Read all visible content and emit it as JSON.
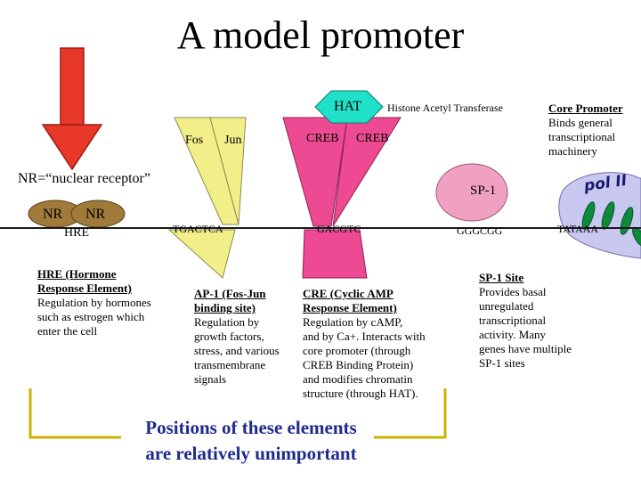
{
  "title": "A model promoter",
  "hat": {
    "label": "HAT",
    "expansion": "Histone Acetyl Transferase"
  },
  "fos": "Fos",
  "jun": "Jun",
  "creb_left": "CREB",
  "creb_right": "CREB",
  "nr_def": "NR=“nuclear receptor”",
  "nr_left": "NR",
  "nr_right": "NR",
  "hre": "HRE",
  "sp1": "SP-1",
  "pol": "pol II",
  "sequences": {
    "tgactca": "TGACTCA",
    "gacgtc": "GACGTC",
    "gggcgg": "GGGCGG",
    "tataaa": "TATAAA"
  },
  "core_promoter": {
    "heading": "Core Promoter",
    "line1": "Binds general",
    "line2": "transcriptional",
    "line3": "machinery"
  },
  "hre_desc": {
    "heading1": "HRE (Hormone",
    "heading2": "Response Element)",
    "line1": "Regulation by hormones",
    "line2": "such as estrogen which",
    "line3": "enter the cell"
  },
  "ap1_desc": {
    "heading1": "AP-1 (Fos-Jun",
    "heading2": "binding site)",
    "line1": "Regulation by",
    "line2": "growth factors,",
    "line3": "stress, and various",
    "line4": "transmembrane",
    "line5": "signals"
  },
  "cre_desc": {
    "heading1": "CRE (Cyclic AMP",
    "heading2": "Response Element)",
    "line1": "Regulation by cAMP,",
    "line2": "and by Ca+. Interacts with",
    "line3": "core promoter (through",
    "line4": "CREB Binding Protein)",
    "line5": "and modifies chromatin",
    "line6": "structure (through HAT)."
  },
  "sp1_desc": {
    "heading": "SP-1 Site",
    "line1": "Provides basal",
    "line2": "unregulated",
    "line3": "transcriptional",
    "line4": "activity.  Many",
    "line5": "genes have multiple",
    "line6": "SP-1 sites"
  },
  "bottom_note": {
    "line1": "Positions of these elements",
    "line2": "are relatively unimportant"
  },
  "colors": {
    "arrow": "#e8382a",
    "fos_jun": "#f2ee8a",
    "creb": "#ee4a93",
    "hat": "#1fe0c8",
    "nr": "#a07a3a",
    "sp1": "#f0a0c0",
    "pol": "#c8c8f0",
    "bracket": "#c8b400",
    "dna": "#1a1a1a"
  }
}
